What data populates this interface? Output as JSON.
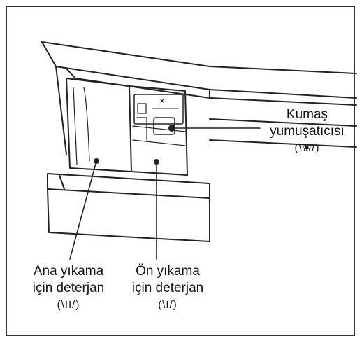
{
  "labels": {
    "softener": {
      "line1": "Kumaş",
      "line2": "yumuşatıcısı",
      "symbol": "(\\❀/)"
    },
    "main_wash": {
      "line1": "Ana yıkama",
      "line2": "için deterjan",
      "symbol": "(\\II/)"
    },
    "pre_wash": {
      "line1": "Ön yıkama",
      "line2": "için deterjan",
      "symbol": "(\\I/)"
    }
  },
  "colors": {
    "line": "#222222",
    "frame": "#333333",
    "background": "#ffffff"
  }
}
